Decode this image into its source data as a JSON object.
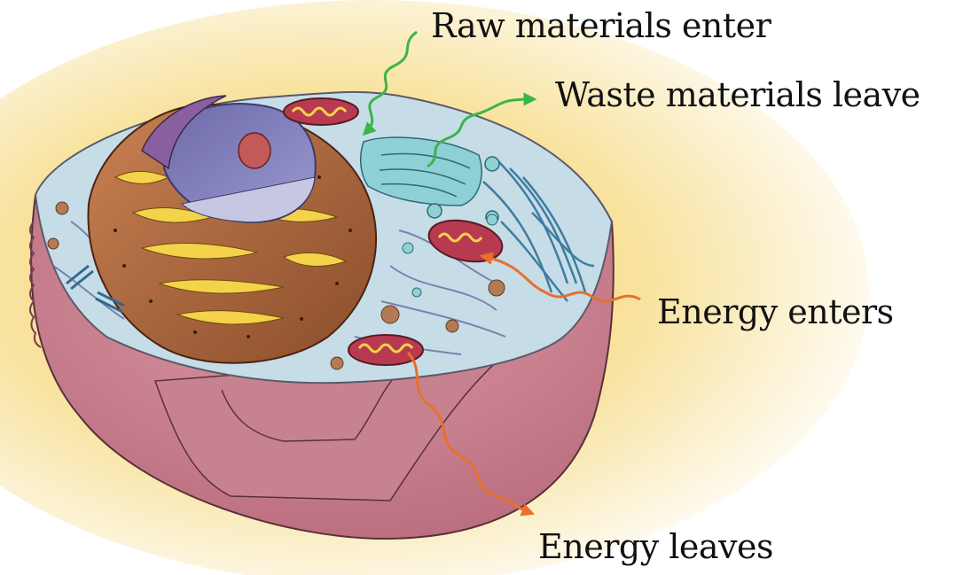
{
  "labels": {
    "raw_materials_enter": "Raw materials enter",
    "waste_materials_leave": "Waste materials leave",
    "energy_enters": "Energy enters",
    "energy_leaves": "Energy leaves"
  },
  "colors": {
    "material_arrows": "#3cb44a",
    "energy_arrows": "#e8702a",
    "cell_membrane": "#c77b88",
    "cytoplasm": "#bcd7e3",
    "nucleus": "#7f7fb8",
    "endoplasmic_reticulum": "#a8623a",
    "golgi": "#8fcfd6",
    "mitochondria": "#b83a50",
    "background_glow": "#f7dc7a"
  }
}
